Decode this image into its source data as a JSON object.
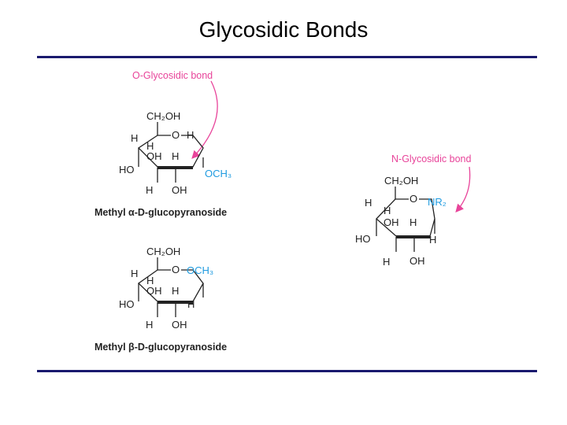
{
  "title": "Glycosidic Bonds",
  "colors": {
    "rule": "#1a1a6e",
    "bond_label": "#e8449a",
    "substituent": "#1f9be0",
    "structure": "#222222"
  },
  "alpha": {
    "bond_label": "O-Glycosidic bond",
    "ch2oh": "CH₂OH",
    "o_ring": "O",
    "substituent": "OCH₃",
    "caption": "Methyl α-D-glucopyranoside"
  },
  "beta": {
    "ch2oh": "CH₂OH",
    "o_ring": "O",
    "substituent": "OCH₃",
    "caption": "Methyl β-D-glucopyranoside"
  },
  "n_glycoside": {
    "bond_label": "N-Glycosidic bond",
    "ch2oh": "CH₂OH",
    "o_ring": "O",
    "substituent": "NR₂"
  },
  "atoms": {
    "h": "H",
    "oh": "OH",
    "ho": "HO"
  }
}
